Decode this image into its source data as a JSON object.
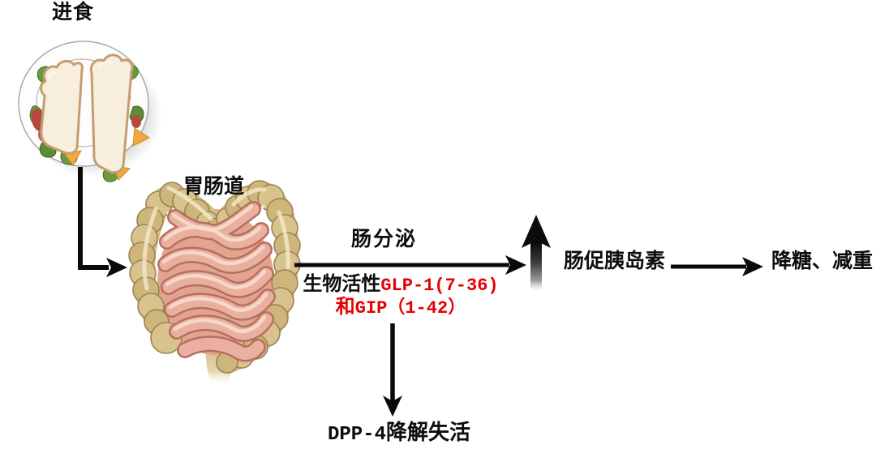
{
  "diagram": {
    "labels": {
      "eating": "进食",
      "gi_tract": "胃肠道",
      "secretion": "肠分泌",
      "bioactive_prefix": "生物活性",
      "bioactive_glp1": "GLP-1(7-36)",
      "bioactive_and": "和",
      "bioactive_gip": "GIP（1-42）",
      "incretin": "肠促胰岛素",
      "outcome": "降糖、减重",
      "dpp4_latin": "DPP-4",
      "dpp4_cn": "降解失活"
    },
    "colors": {
      "text_black": "#0d0d0d",
      "highlight_red": "#e60000",
      "arrow_black": "#0a0a0a",
      "colon_tan": "#d2bb85",
      "colon_outline": "#9c8452",
      "small_intestine_pink": "#e9b0a0",
      "plate_white": "#fdfdfd"
    },
    "icons": {
      "meal": "sandwich-plate-icon",
      "gi": "intestines-icon",
      "increase": "up-arrow-icon"
    }
  }
}
